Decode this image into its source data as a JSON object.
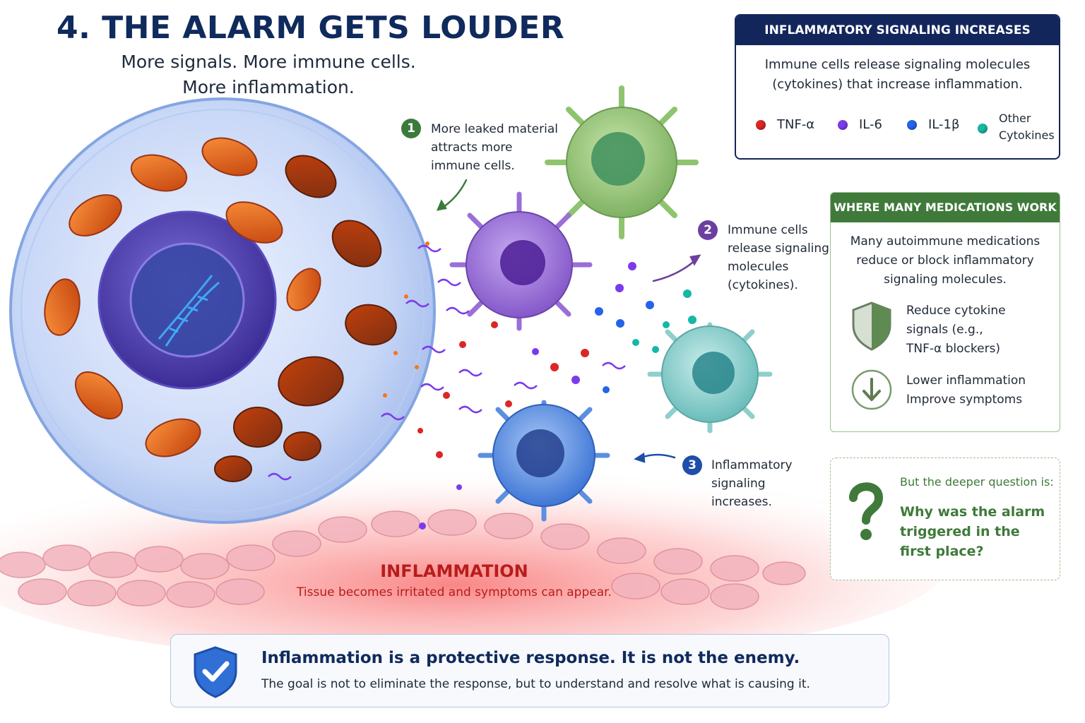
{
  "header": {
    "title": "4. THE ALARM GETS LOUDER",
    "subtitle_lines": [
      "More signals. More immune cells.",
      "More inflammation."
    ]
  },
  "steps": [
    {
      "number": "1",
      "lines": [
        "More leaked material",
        "attracts more",
        "immune cells."
      ],
      "color": "#3b7a3b"
    },
    {
      "number": "2",
      "lines": [
        "Immune cells",
        "release signaling",
        "molecules",
        "(cytokines)."
      ],
      "color": "#6b3fa0"
    },
    {
      "number": "3",
      "lines": [
        "Inflammatory",
        "signaling",
        "increases."
      ],
      "color": "#1e4fa8"
    }
  ],
  "inflammation_label": {
    "title": "INFLAMMATION",
    "text": "Tissue becomes irritated and symptoms can appear."
  },
  "signaling_panel": {
    "header": "INFLAMMATORY SIGNALING INCREASES",
    "body_lines": [
      "Immune cells release signaling molecules",
      "(cytokines) that increase inflammation."
    ],
    "legend": [
      {
        "label": "TNF-α",
        "color": "#dc2626"
      },
      {
        "label": "IL-6",
        "color": "#7c3aed"
      },
      {
        "label": "IL-1β",
        "color": "#2563eb"
      },
      {
        "label": "Other\nCytokines",
        "label_lines": [
          "Other",
          "Cytokines"
        ],
        "color": "#14b8a6"
      }
    ],
    "header_color": "#13265c"
  },
  "medications_panel": {
    "header": "WHERE MANY MEDICATIONS WORK",
    "body_lines": [
      "Many autoimmune medications",
      "reduce or block inflammatory",
      "signaling molecules."
    ],
    "items": [
      {
        "icon": "shield-icon",
        "lines": [
          "Reduce cytokine",
          "signals (e.g.,",
          "TNF-α blockers)"
        ]
      },
      {
        "icon": "down-arrow-icon",
        "lines": [
          "Lower inflammation",
          "Improve symptoms"
        ]
      }
    ],
    "header_color": "#3f7a3a"
  },
  "question_panel": {
    "lead": "But the deeper question is:",
    "question_lines": [
      "Why was the alarm",
      "triggered in the",
      "first place?"
    ],
    "accent": "#3f7a3a"
  },
  "footer": {
    "headline": "Inflammation is a protective response. It is not the enemy.",
    "text": "The goal is not to eliminate the response, but to understand and resolve what is causing it."
  }
}
